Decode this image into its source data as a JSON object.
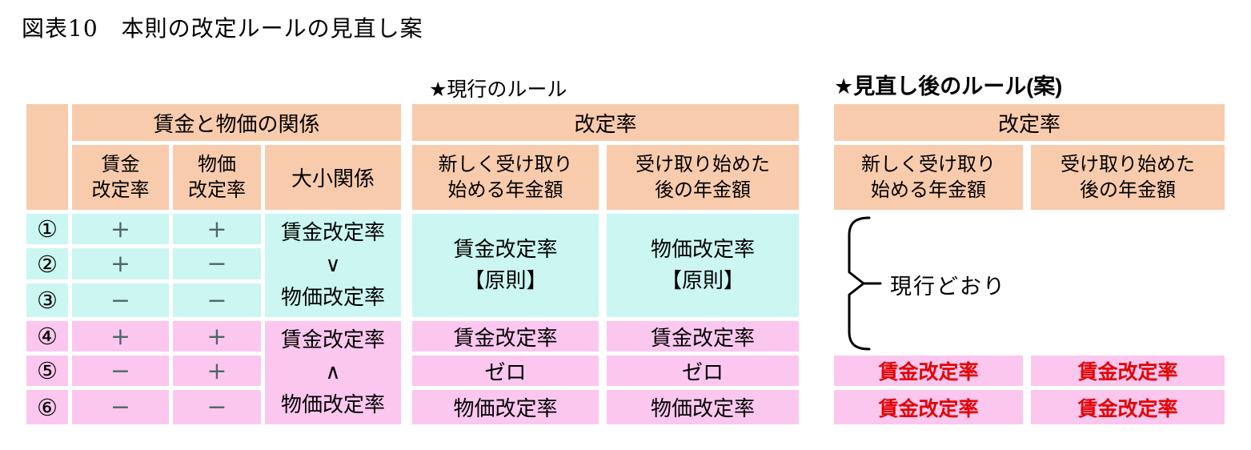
{
  "title": "図表10　本則の改定ルールの見直し案",
  "labels": {
    "current": "★現行のルール",
    "revised": "★見直し後のルール(案)"
  },
  "headers": {
    "relation_group": "賃金と物価の関係",
    "wage_rate": "賃金\n改定率",
    "price_rate": "物価\n改定率",
    "size_relation": "大小関係",
    "revision_rate": "改定率",
    "new_pension": "新しく受け取り\n始める年金額",
    "after_pension": "受け取り始めた\n後の年金額"
  },
  "rows": [
    {
      "no": "①",
      "wage": "+",
      "price": "+"
    },
    {
      "no": "②",
      "wage": "+",
      "price": "−"
    },
    {
      "no": "③",
      "wage": "−",
      "price": "−"
    },
    {
      "no": "④",
      "wage": "+",
      "price": "+"
    },
    {
      "no": "⑤",
      "wage": "−",
      "price": "+"
    },
    {
      "no": "⑥",
      "wage": "−",
      "price": "−"
    }
  ],
  "size_relation": {
    "upper": "賃金改定率\n∨\n物価改定率",
    "lower": "賃金改定率\n∧\n物価改定率"
  },
  "current": {
    "principle_new": "賃金改定率\n【原則】",
    "principle_after": "物価改定率\n【原則】",
    "row4": {
      "new": "賃金改定率",
      "after": "賃金改定率"
    },
    "row5": {
      "new": "ゼロ",
      "after": "ゼロ"
    },
    "row6": {
      "new": "物価改定率",
      "after": "物価改定率"
    }
  },
  "revised": {
    "unchanged": "現行どおり",
    "row5": {
      "new": "賃金改定率",
      "after": "賃金改定率"
    },
    "row6": {
      "new": "賃金改定率",
      "after": "賃金改定率"
    }
  },
  "colors": {
    "header_bg": "#F8CBAD",
    "cyan_bg": "#CBF6F1",
    "pink_bg": "#FBC7EF",
    "red_text": "#E60000",
    "sign_text": "#4D6666"
  }
}
